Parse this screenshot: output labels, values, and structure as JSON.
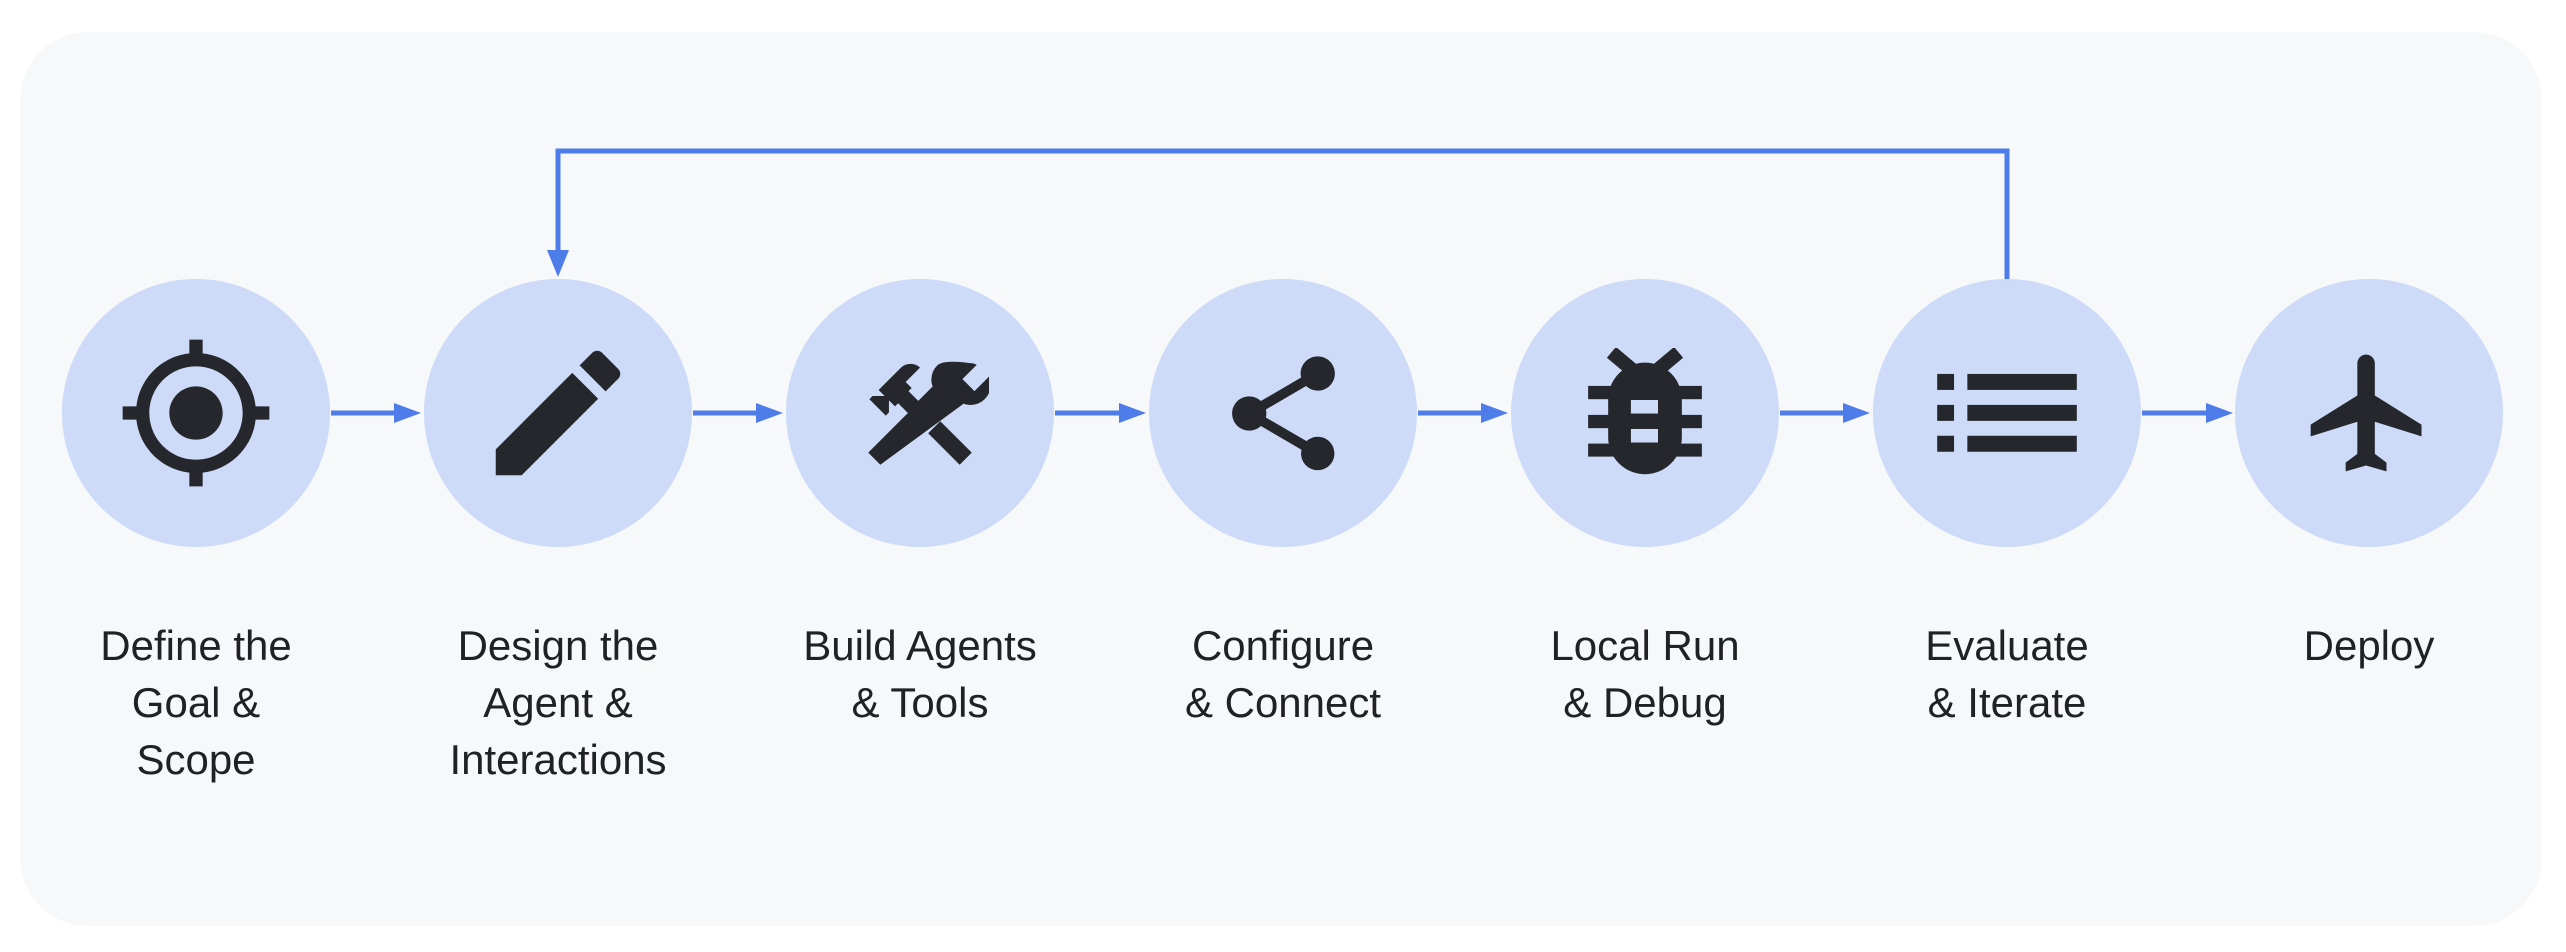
{
  "diagram": {
    "steps": [
      {
        "label": "Define the\nGoal &\nScope",
        "icon": "target-icon"
      },
      {
        "label": "Design the\nAgent &\nInteractions",
        "icon": "pencil-icon"
      },
      {
        "label": "Build Agents\n& Tools",
        "icon": "hammer-wrench-icon"
      },
      {
        "label": "Configure\n& Connect",
        "icon": "share-icon"
      },
      {
        "label": "Local Run\n& Debug",
        "icon": "bug-icon"
      },
      {
        "label": "Evaluate\n& Iterate",
        "icon": "list-icon"
      },
      {
        "label": "Deploy",
        "icon": "airplane-icon"
      }
    ],
    "connections": [
      {
        "from": "Define the Goal & Scope",
        "to": "Design the Agent & Interactions",
        "type": "forward"
      },
      {
        "from": "Design the Agent & Interactions",
        "to": "Build Agents & Tools",
        "type": "forward"
      },
      {
        "from": "Build Agents & Tools",
        "to": "Configure & Connect",
        "type": "forward"
      },
      {
        "from": "Configure & Connect",
        "to": "Local Run & Debug",
        "type": "forward"
      },
      {
        "from": "Local Run & Debug",
        "to": "Evaluate & Iterate",
        "type": "forward"
      },
      {
        "from": "Evaluate & Iterate",
        "to": "Deploy",
        "type": "forward"
      },
      {
        "from": "Evaluate & Iterate",
        "to": "Design the Agent & Interactions",
        "type": "feedback-loop"
      }
    ],
    "colors": {
      "page_background": "#FFFFFF",
      "card_background": "#F6F8FA",
      "circle_fill": "#CDDAF8",
      "icon_color": "#25272C",
      "arrow_color": "#4E7CE9",
      "label_color": "#202124"
    }
  }
}
